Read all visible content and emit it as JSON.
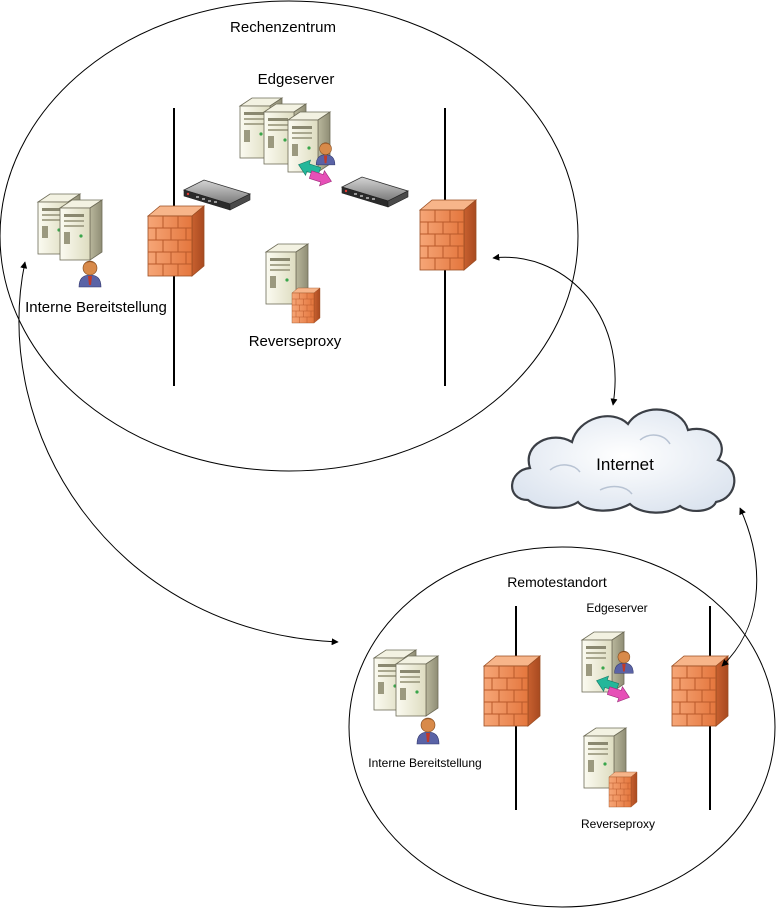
{
  "datacenter": {
    "title": "Rechenzentrum",
    "edge_label": "Edgeserver",
    "internal_label": "Interne Bereitstellung",
    "proxy_label": "Reverseproxy"
  },
  "cloud": {
    "label": "Internet"
  },
  "remote": {
    "title": "Remotestandort",
    "edge_label": "Edgeserver",
    "internal_label": "Interne Bereitstellung",
    "proxy_label": "Reverseproxy"
  },
  "icons": {
    "server": "server-icon",
    "firewall": "firewall-icon",
    "switch": "switch-icon",
    "user": "user-icon",
    "cloud": "cloud-icon"
  },
  "colors": {
    "firewall": "#e8814a",
    "server": "#e7e6cf",
    "cloud": "#e6ecf5",
    "user_shirt": "#5a63a6",
    "arrow_green": "#23b79a",
    "arrow_pink": "#e64fb7"
  }
}
